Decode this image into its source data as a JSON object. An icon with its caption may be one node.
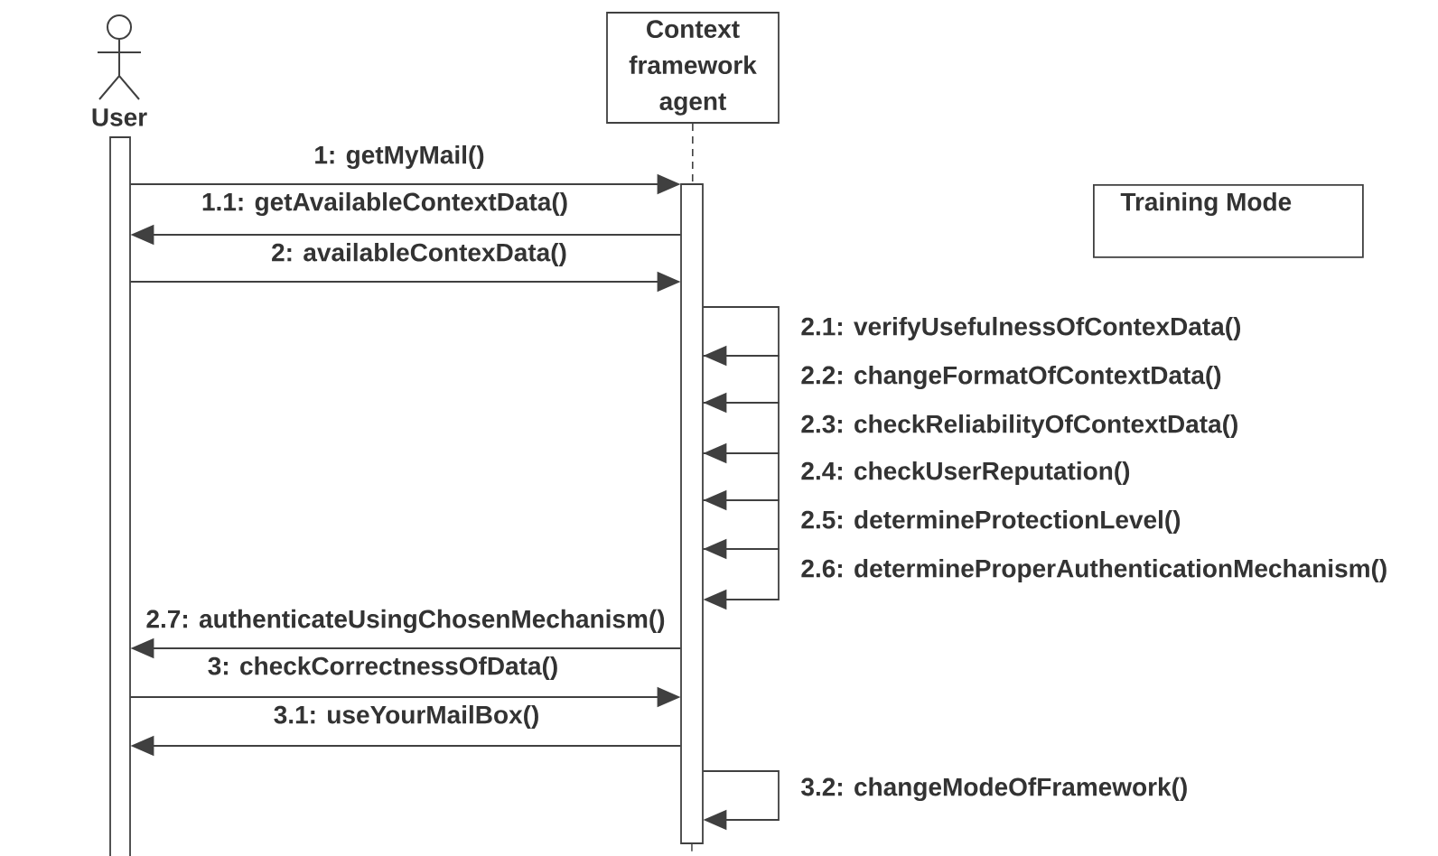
{
  "diagram": {
    "nodes": [
      {
        "text": [
          "User"
        ]
      },
      {
        "text": [
          "Context framework agent"
        ]
      },
      {
        "text": [],
        "shape": "bar"
      },
      {
        "text": [],
        "shape": "bar"
      },
      {
        "text": [
          "Training Mode"
        ]
      }
    ],
    "edges": [
      {
        "from": 1,
        "to": 3,
        "arrow": "none",
        "style": "dashed"
      },
      {
        "from": 2,
        "to": 3,
        "arrow": "to",
        "label": "1: getMyMail()"
      },
      {
        "from": 3,
        "to": 2,
        "arrow": "to",
        "label": "1.1: getAvailableContextData()"
      },
      {
        "from": 2,
        "to": 3,
        "arrow": "to",
        "label": "2: availableContexData()"
      },
      {
        "from": 3,
        "to": 3,
        "arrow": "to",
        "label": "2.1: verifyUsefulnessOfContexData()"
      },
      {
        "from": 3,
        "to": 3,
        "arrow": "to",
        "label": "2.2: changeFormatOfContextData()"
      },
      {
        "from": 3,
        "to": 3,
        "arrow": "to",
        "label": "2.3: checkReliabilityOfContextData()"
      },
      {
        "from": 3,
        "to": 3,
        "arrow": "to",
        "label": "2.4: checkUserReputation()"
      },
      {
        "from": 3,
        "to": 3,
        "arrow": "to",
        "label": "2.5: determineProtectionLevel()"
      },
      {
        "from": 3,
        "to": 3,
        "arrow": "to",
        "label": "2.6: determineProperAuthenticationMechanism()"
      },
      {
        "from": 3,
        "to": 2,
        "arrow": "to",
        "label": "2.7: authenticateUsingChosenMechanism()"
      },
      {
        "from": 2,
        "to": 3,
        "arrow": "to",
        "label": "3: checkCorrectnessOfData()"
      },
      {
        "from": 3,
        "to": 2,
        "arrow": "to",
        "label": "3.1: useYourMailBox()"
      },
      {
        "from": 3,
        "to": 3,
        "arrow": "to",
        "label": "3.2: changeModeOfFramework()"
      },
      {
        "from": 3,
        "to": null,
        "arrow": "none",
        "style": "dashed"
      }
    ]
  }
}
